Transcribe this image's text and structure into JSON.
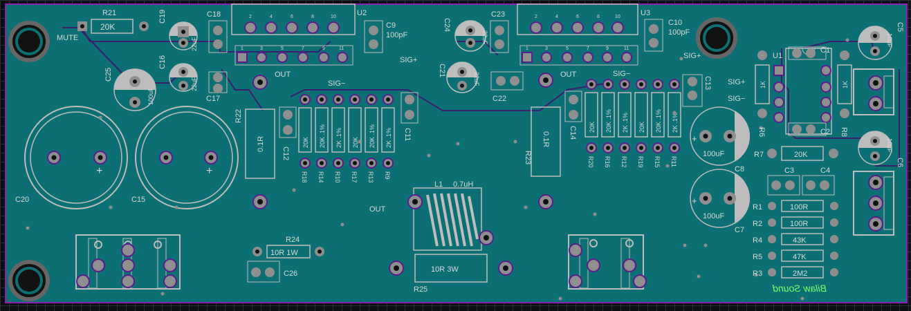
{
  "board": {
    "colors": {
      "copper": "#0b6f73",
      "outline": "#8a1fb0",
      "silk": "#d9d9d9",
      "trace": "#3a1f6e",
      "pad": "#8f8f8f",
      "drill": "#111111",
      "accent": "#7dff6a"
    },
    "signature": "Bilaw Sound",
    "text": {
      "mute": "MUTE",
      "sig_plus_1": "SIG+",
      "sig_minus_1": "SIG−",
      "out_1": "OUT",
      "sig_plus_2": "SIG+",
      "sig_minus_2": "SIG−",
      "out_2": "OUT",
      "sig_plus_3": "SIG+",
      "sig_plus_4": "SIG+",
      "sig_minus_4": "SIG−",
      "out_l1": "OUT"
    },
    "designators": {
      "R21": "R21",
      "R21_val": "20K",
      "C19": "C19",
      "C16": "C16",
      "C19_val": "22uF",
      "C16_val": "22uF",
      "C18": "C18",
      "C17": "C17",
      "C25": "C25",
      "C25_val": "100uF",
      "U2": "U2",
      "C9": "C9",
      "C9_val": "100pF",
      "C20": "C20",
      "C15": "C15",
      "R22": "R22",
      "R22_val": "0.1R",
      "C12": "C12",
      "C11": "C11",
      "C24": "C24",
      "C21": "C21",
      "C24_val": "22uF",
      "C21_val": "22uF",
      "C23": "C23",
      "C22": "C22",
      "U3": "U3",
      "C10": "C10",
      "C10_val": "100pF",
      "R23": "R23",
      "R23_val": "0.1R",
      "C14": "C14",
      "C13": "C13",
      "L1": "L1",
      "L1_val": "0.7uH",
      "R25": "R25",
      "R25_val": "10R 3W",
      "R24": "R24",
      "R24_val": "10R 1W",
      "C26": "C26",
      "U1": "U1",
      "C1": "C1",
      "C2": "C2",
      "C5": "C5",
      "C6": "C6",
      "C5_val": "10uF",
      "C6_val": "10uF",
      "R6": "R6",
      "R8": "R8",
      "R6_val": "1K",
      "R8_val": "1K",
      "R7": "R7",
      "R7_val": "20K",
      "C8": "C8",
      "C7": "C7",
      "C8_val": "100uF",
      "C7_val": "100uF",
      "C3": "C3",
      "C4": "C4",
      "R1": "R1",
      "R2": "R2",
      "R4": "R4",
      "R5": "R5",
      "R3": "R3",
      "R1_val": "100R",
      "R2_val": "100R",
      "R4_val": "43K",
      "R5_val": "47K",
      "R3_val": "2M2"
    },
    "res_bank_left": [
      {
        "ref": "R18",
        "val": "20K"
      },
      {
        "ref": "R14",
        "val": "20K .1%"
      },
      {
        "ref": "R10",
        "val": "2K .1%"
      },
      {
        "ref": "R17",
        "val": "20K"
      },
      {
        "ref": "R13",
        "val": "20K .1%"
      },
      {
        "ref": "R9",
        "val": "2K .1%"
      }
    ],
    "res_bank_right": [
      {
        "ref": "R20",
        "val": "20K"
      },
      {
        "ref": "R16",
        "val": "20K .1%"
      },
      {
        "ref": "R12",
        "val": "2K .1%"
      },
      {
        "ref": "R19",
        "val": "20K"
      },
      {
        "ref": "R15",
        "val": "20K .1%"
      },
      {
        "ref": "R11",
        "val": "2K .1%"
      }
    ],
    "pin_nums": [
      "2",
      "4",
      "6",
      "8",
      "10",
      "1",
      "3",
      "5",
      "7",
      "9",
      "11"
    ]
  }
}
